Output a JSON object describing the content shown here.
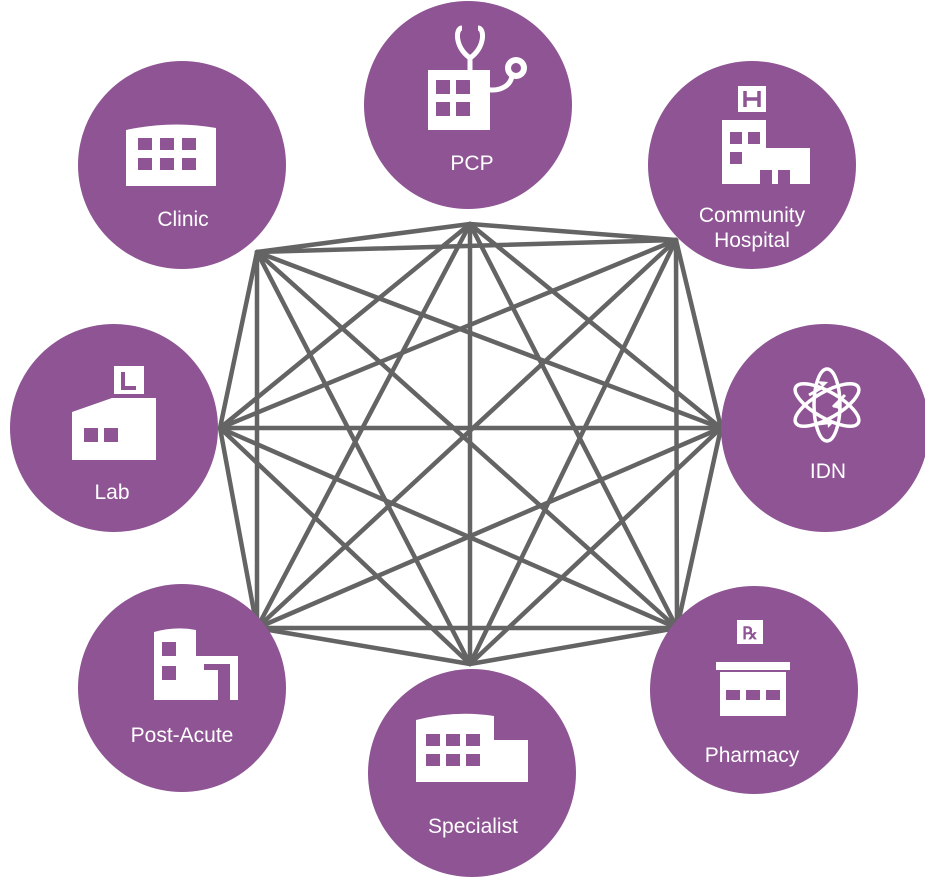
{
  "colors": {
    "node_fill": "#8e5494",
    "node_icon": "#ffffff",
    "edge": "#646464",
    "background": "#ffffff"
  },
  "nodes": [
    {
      "id": "pcp",
      "label": "PCP",
      "icon": "clinic-stethoscope-icon"
    },
    {
      "id": "community-hospital",
      "label_lines": [
        "Community",
        "Hospital"
      ],
      "icon": "hospital-icon"
    },
    {
      "id": "idn",
      "label": "IDN",
      "icon": "integrated-network-icon"
    },
    {
      "id": "pharmacy",
      "label": "Pharmacy",
      "icon": "pharmacy-rx-icon"
    },
    {
      "id": "specialist",
      "label": "Specialist",
      "icon": "specialist-building-icon"
    },
    {
      "id": "post-acute",
      "label": "Post-Acute",
      "icon": "post-acute-building-icon"
    },
    {
      "id": "lab",
      "label": "Lab",
      "icon": "lab-building-icon"
    },
    {
      "id": "clinic",
      "label": "Clinic",
      "icon": "clinic-building-icon"
    }
  ]
}
